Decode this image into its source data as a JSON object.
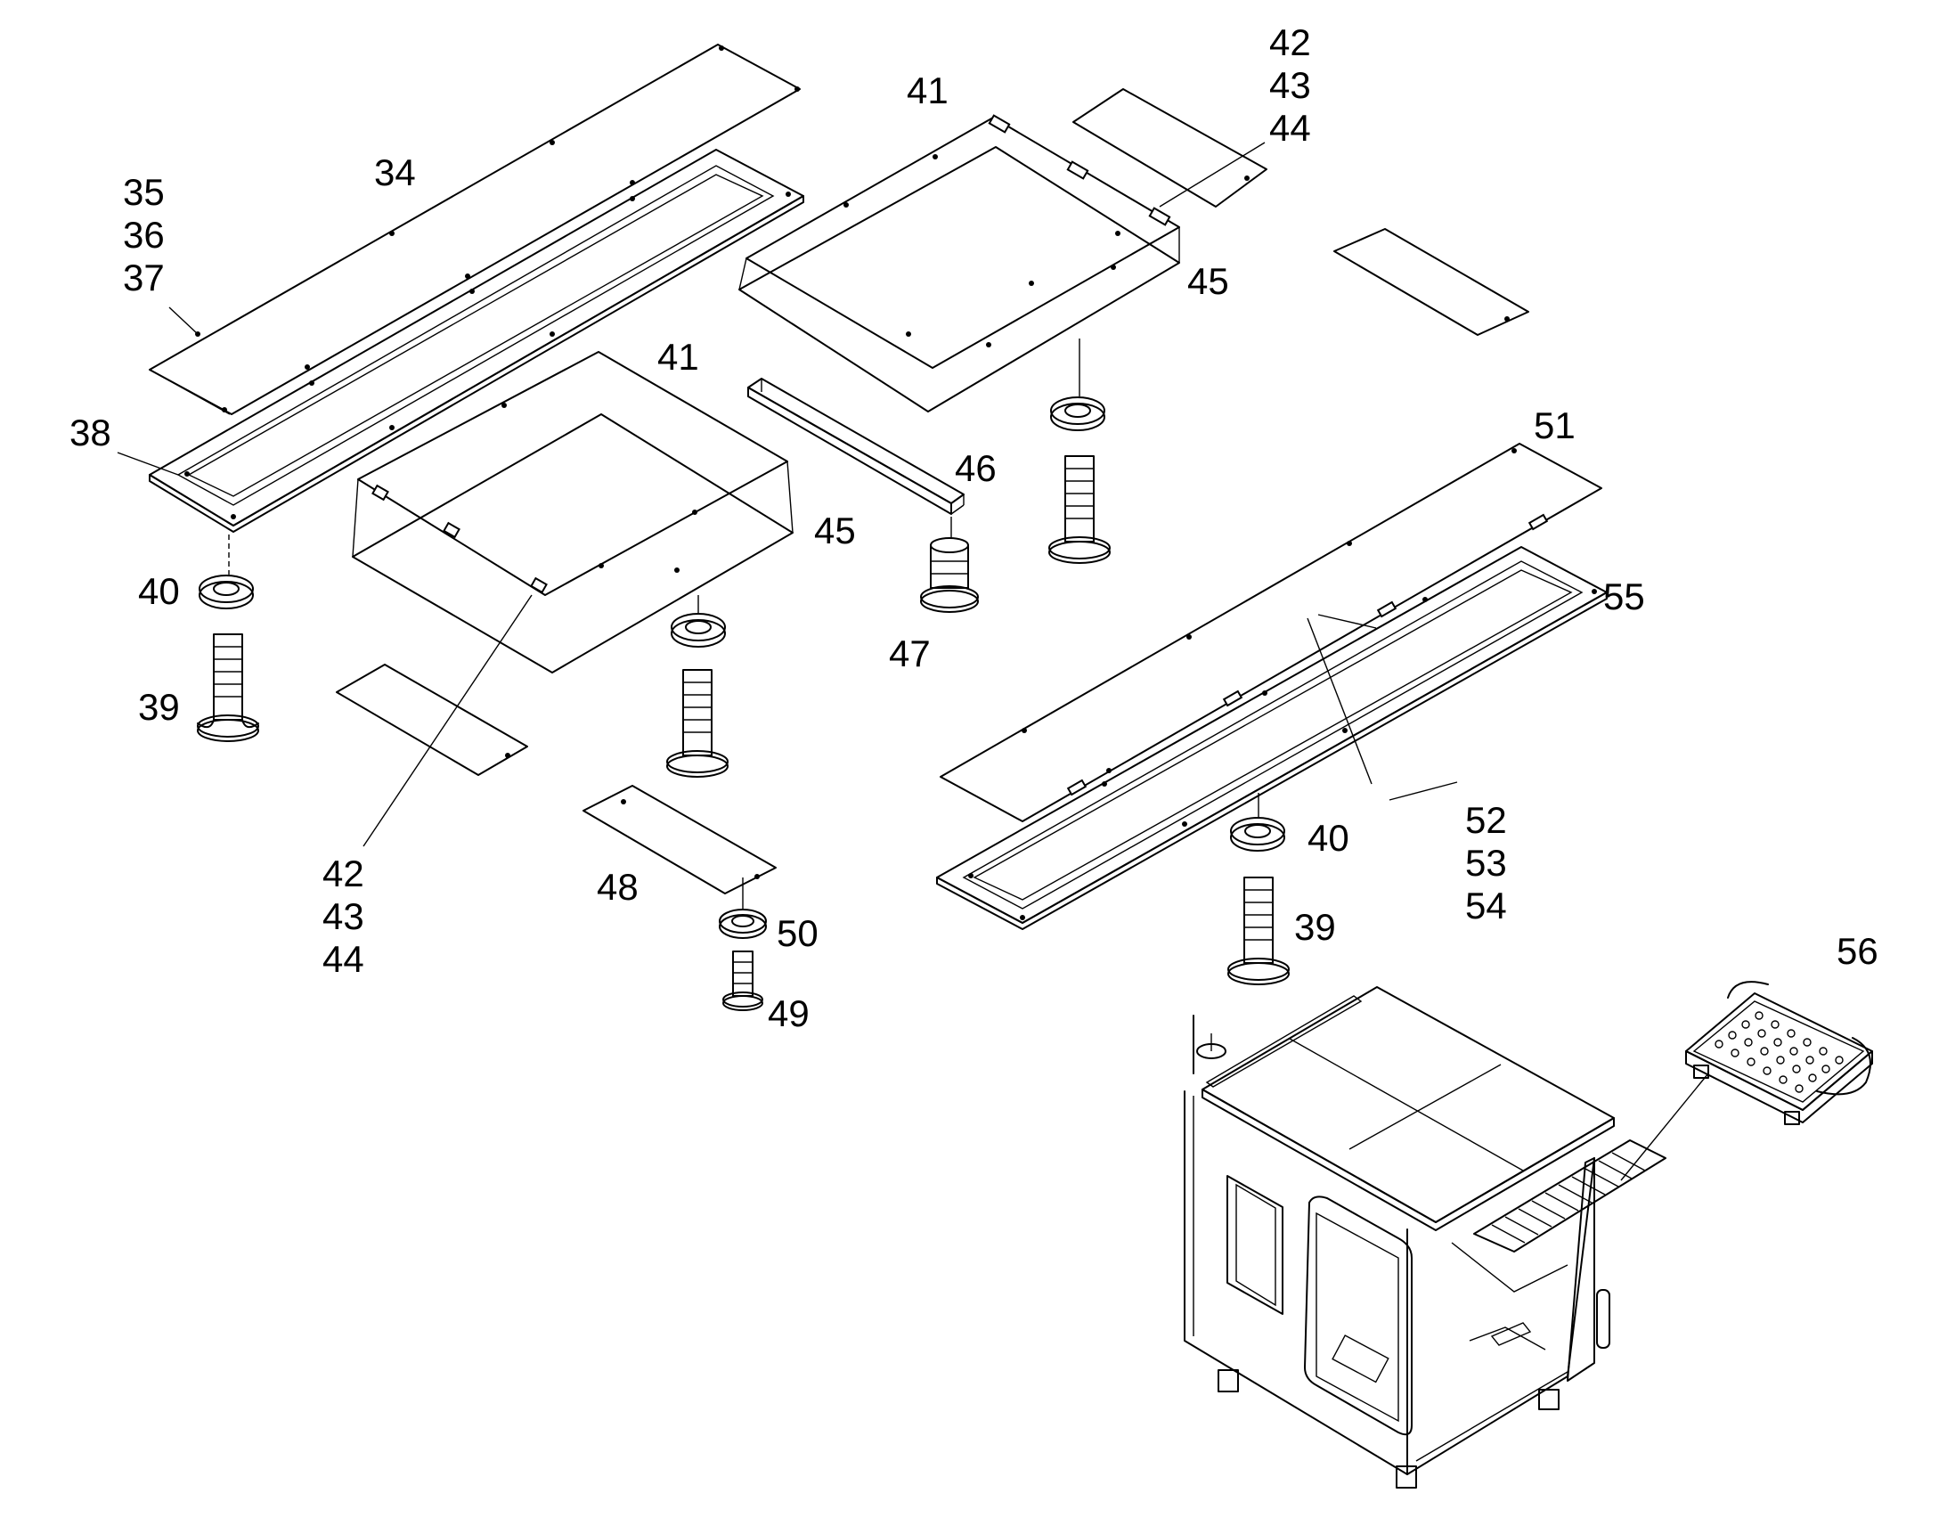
{
  "diagram": {
    "labels": {
      "l34": "34",
      "l35": "35",
      "l36": "36",
      "l37": "37",
      "l38": "38",
      "l39a": "39",
      "l39b": "39",
      "l40a": "40",
      "l40b": "40",
      "l41a": "41",
      "l41b": "41",
      "l42a": "42",
      "l43a": "43",
      "l44a": "44",
      "l42b": "42",
      "l43b": "43",
      "l44b": "44",
      "l45a": "45",
      "l45b": "45",
      "l46": "46",
      "l47": "47",
      "l48": "48",
      "l49": "49",
      "l50": "50",
      "l51": "51",
      "l52": "52",
      "l53": "53",
      "l54": "54",
      "l55": "55",
      "l56": "56"
    }
  }
}
